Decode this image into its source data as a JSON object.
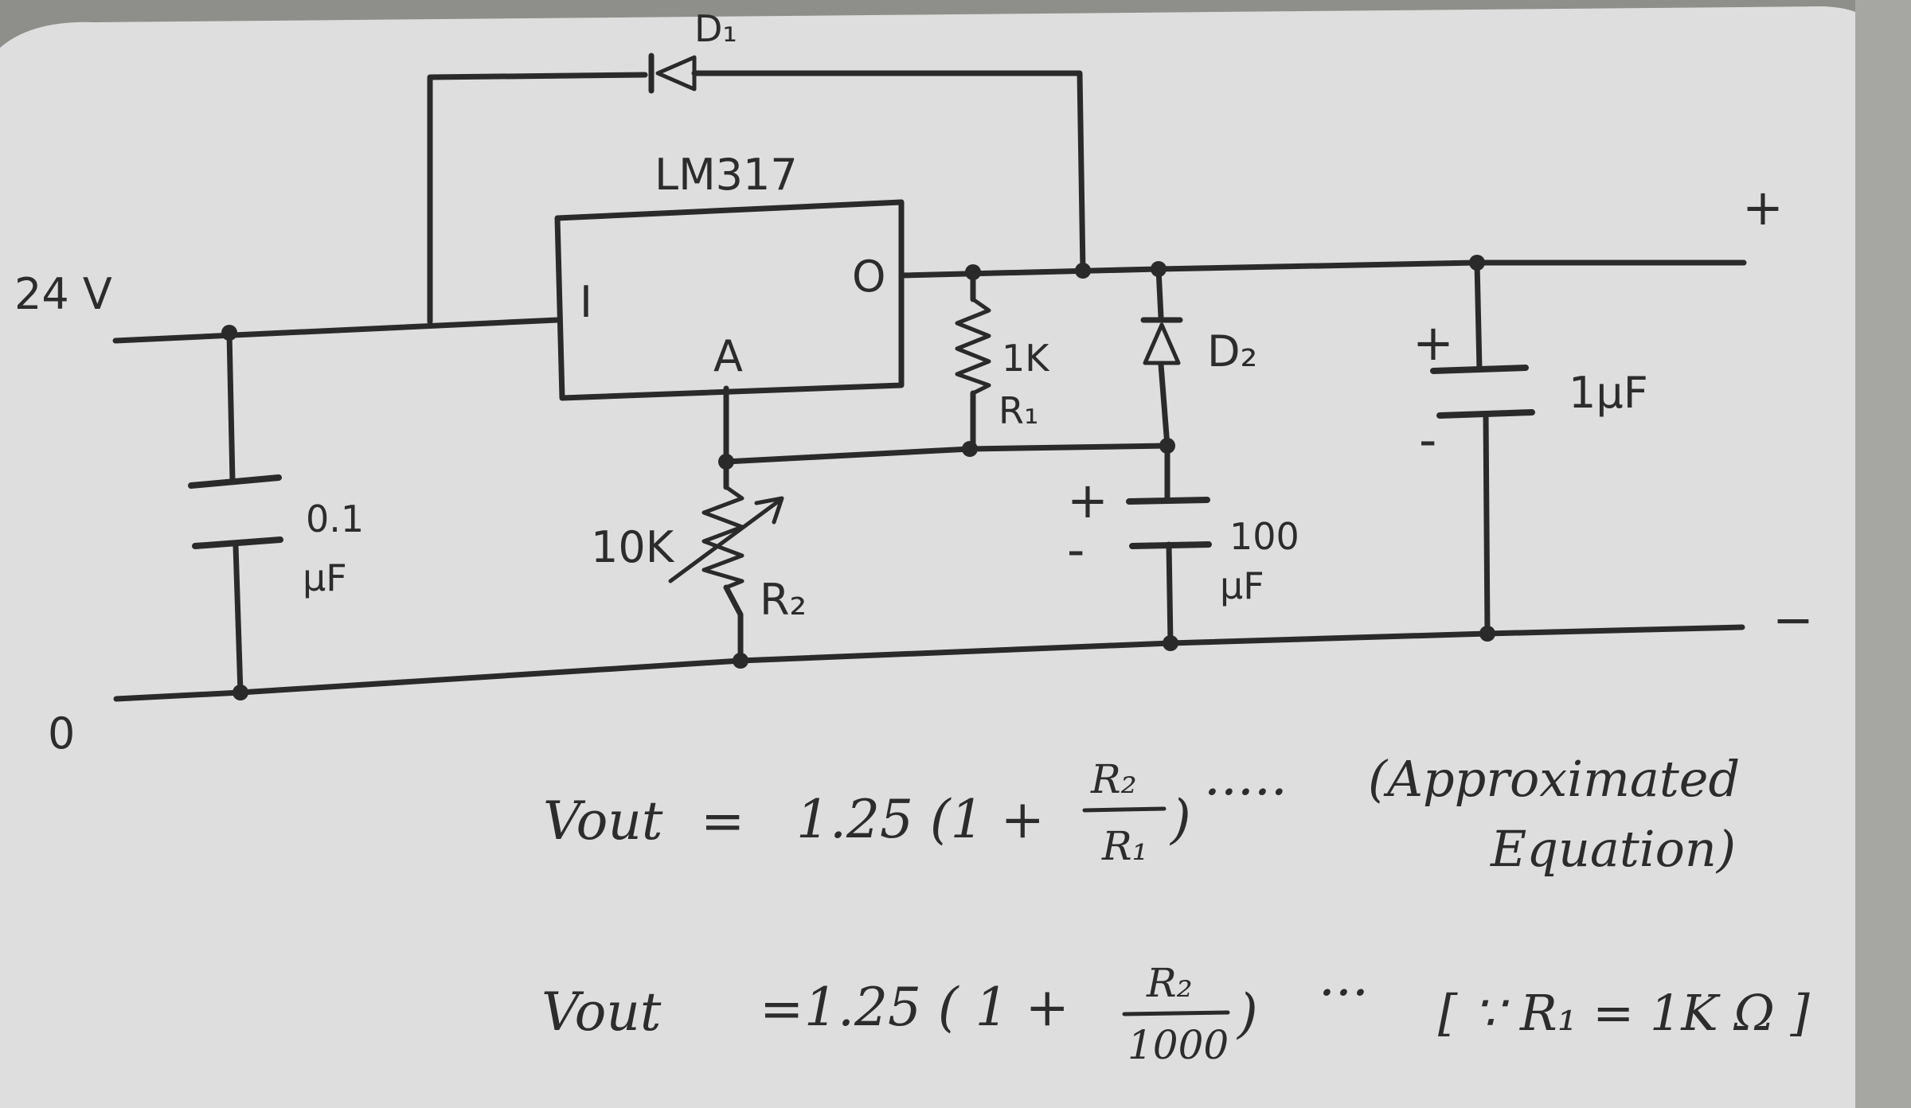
{
  "colors": {
    "paper": "#dedede",
    "ink": "#2a2a2a",
    "background": "#8e8e8a"
  },
  "schematic": {
    "ic_name": "LM317",
    "pin_input": "I",
    "pin_output": "O",
    "pin_adjust": "A",
    "input_voltage": "24 V",
    "ground": "0",
    "output_plus": "+",
    "output_minus": "−",
    "diode_d1": "D₁",
    "diode_d2": "D₂",
    "r1_value": "1K",
    "r1_name": "R₁",
    "r2_value": "10K",
    "r2_name": "R₂",
    "c_in_value": "0.1",
    "c_in_unit": "µF",
    "c_adj_value": "100",
    "c_adj_unit": "µF",
    "c_adj_plus": "+",
    "c_adj_minus": "-",
    "c_out_value": "1µF",
    "c_out_plus": "+",
    "c_out_minus": "-"
  },
  "equations": {
    "eq1": {
      "lhs": "Vout",
      "equals": "=",
      "rhs_prefix": "1.25 (1 +",
      "frac_num": "R₂",
      "frac_den": "R₁",
      "rhs_suffix": ")",
      "dots": "·····",
      "note_line1": "(Approximated",
      "note_line2": "Equation)"
    },
    "eq2": {
      "lhs": "Vout",
      "equals": "=",
      "rhs_prefix": "1.25 ( 1 +",
      "frac_num": "R₂",
      "frac_den": "1000",
      "rhs_suffix": ")",
      "dots": "···",
      "note": "[ ∵ R₁ = 1K Ω ]"
    }
  }
}
